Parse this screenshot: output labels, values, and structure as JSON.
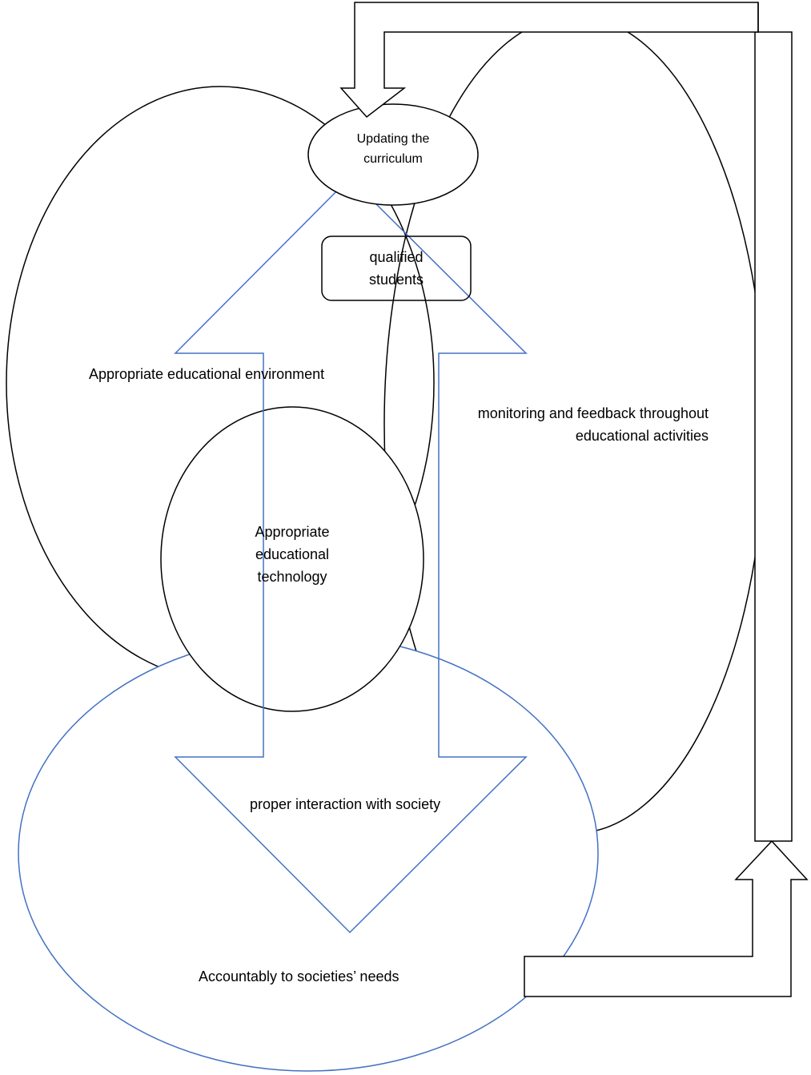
{
  "labels": {
    "updating_curriculum": [
      "Updating the",
      "curriculum"
    ],
    "qualified_students": [
      "qualified",
      "students"
    ],
    "educational_environment": "Appropriate educational environment",
    "monitoring_feedback": [
      "monitoring and feedback throughout",
      "educational activities"
    ],
    "educational_technology": [
      "Appropriate",
      "educational",
      "technology"
    ],
    "society_interaction": "proper interaction with society",
    "societies_needs": "Accountably to societies’ needs"
  },
  "colors": {
    "black_outline": "#000000",
    "blue_outline": "#4472C4",
    "background": "#ffffff"
  }
}
